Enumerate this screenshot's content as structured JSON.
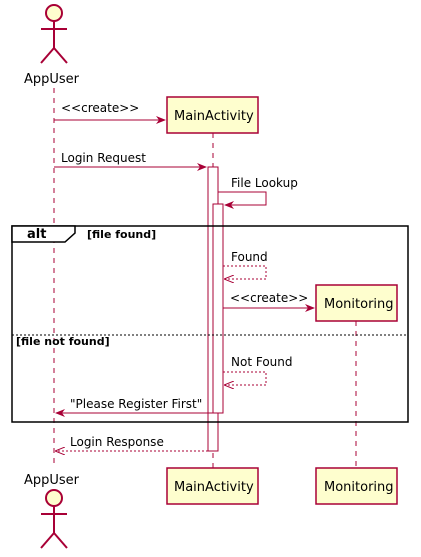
{
  "participants": {
    "app_user": "AppUser",
    "main_activity": "MainActivity",
    "monitoring": "Monitoring"
  },
  "messages": {
    "create_main": "<<create>>",
    "login_request": "Login Request",
    "file_lookup": "File Lookup",
    "found": "Found",
    "create_monitoring": "<<create>>",
    "not_found": "Not Found",
    "please_register": "\"Please Register First\"",
    "login_response": "Login Response"
  },
  "fragment": {
    "keyword": "alt",
    "guard_1": "[file found]",
    "guard_2": "[file not found]"
  },
  "colors": {
    "arrow": "#a80036",
    "participant_fill": "#fefece",
    "participant_border": "#a80036",
    "lifeline": "#a80036",
    "frame": "#000000"
  }
}
